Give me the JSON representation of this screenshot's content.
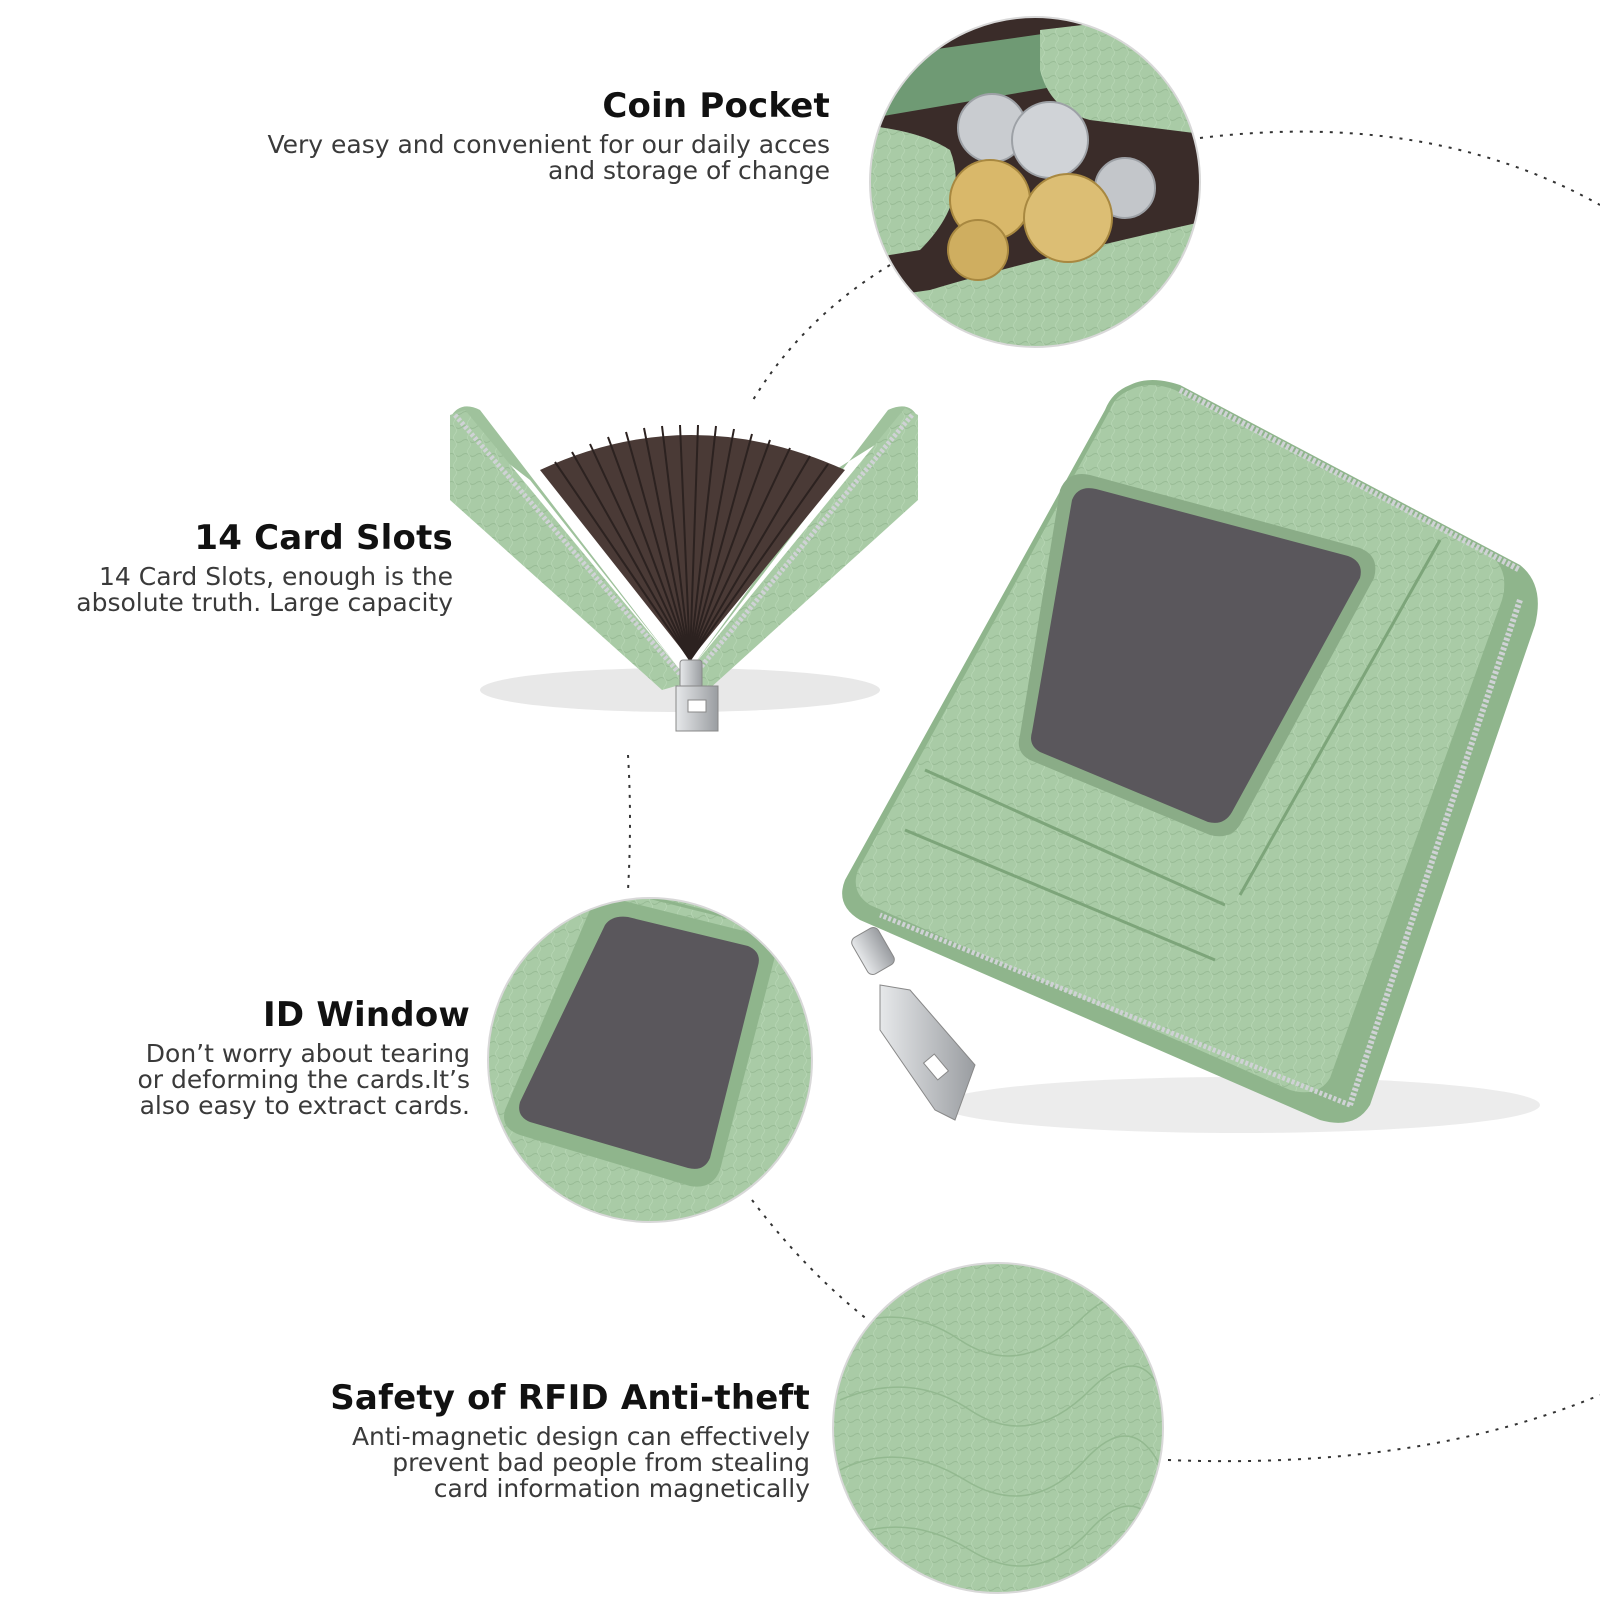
{
  "features": {
    "coin": {
      "title": "Coin Pocket",
      "lines": [
        "Very easy and convenient for our daily acces",
        "and storage of change"
      ]
    },
    "slots": {
      "title": "14 Card Slots",
      "lines": [
        "14 Card Slots, enough  is  the",
        "absolute truth. Large  capacity"
      ]
    },
    "id": {
      "title": "ID Window",
      "lines": [
        "Don’t worry about tearing",
        "or deforming the cards.It’s",
        "also easy to extract cards."
      ]
    },
    "rfid": {
      "title": "Safety of RFID Anti-theft",
      "lines": [
        "Anti-magnetic design can effectively",
        "prevent bad people from stealing",
        "card information magnetically"
      ]
    }
  },
  "colors": {
    "leather": "#a9cba6",
    "leather_dark": "#8fb58c",
    "window": "#5a575c",
    "lining": "#4a3a36",
    "coin_gold": "#d9b86a",
    "coin_silver": "#c9ccd0",
    "zipper": "#c0c3c6"
  }
}
